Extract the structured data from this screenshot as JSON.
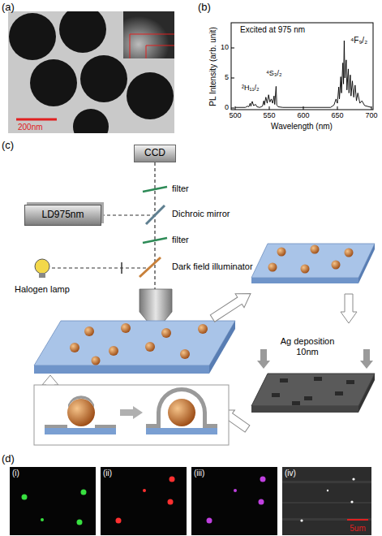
{
  "diagram": {
    "nodes": [
      {
        "text": [
          "CCD"
        ]
      },
      {
        "text": [
          "LD975nm"
        ]
      },
      {
        "text": [
          "Ag deposition 10nm"
        ]
      }
    ],
    "labels": [
      "(a)",
      "200nm",
      "(b)",
      "Excited at 975 nm",
      "²H₁₁/₂",
      "⁴S₃/₂",
      "⁴F₉/₂",
      "PL Intensity (arb. unit)",
      "Wavelength (nm)",
      "0",
      "5",
      "10",
      "500",
      "550",
      "600",
      "650",
      "700",
      "(c)",
      "filter",
      "Dichroic mirror",
      "filter",
      "Dark field illuminator",
      "Halogen lamp",
      "(d)",
      "(i)",
      "(ii)",
      "(iii)",
      "(iv)",
      "5um"
    ]
  }
}
